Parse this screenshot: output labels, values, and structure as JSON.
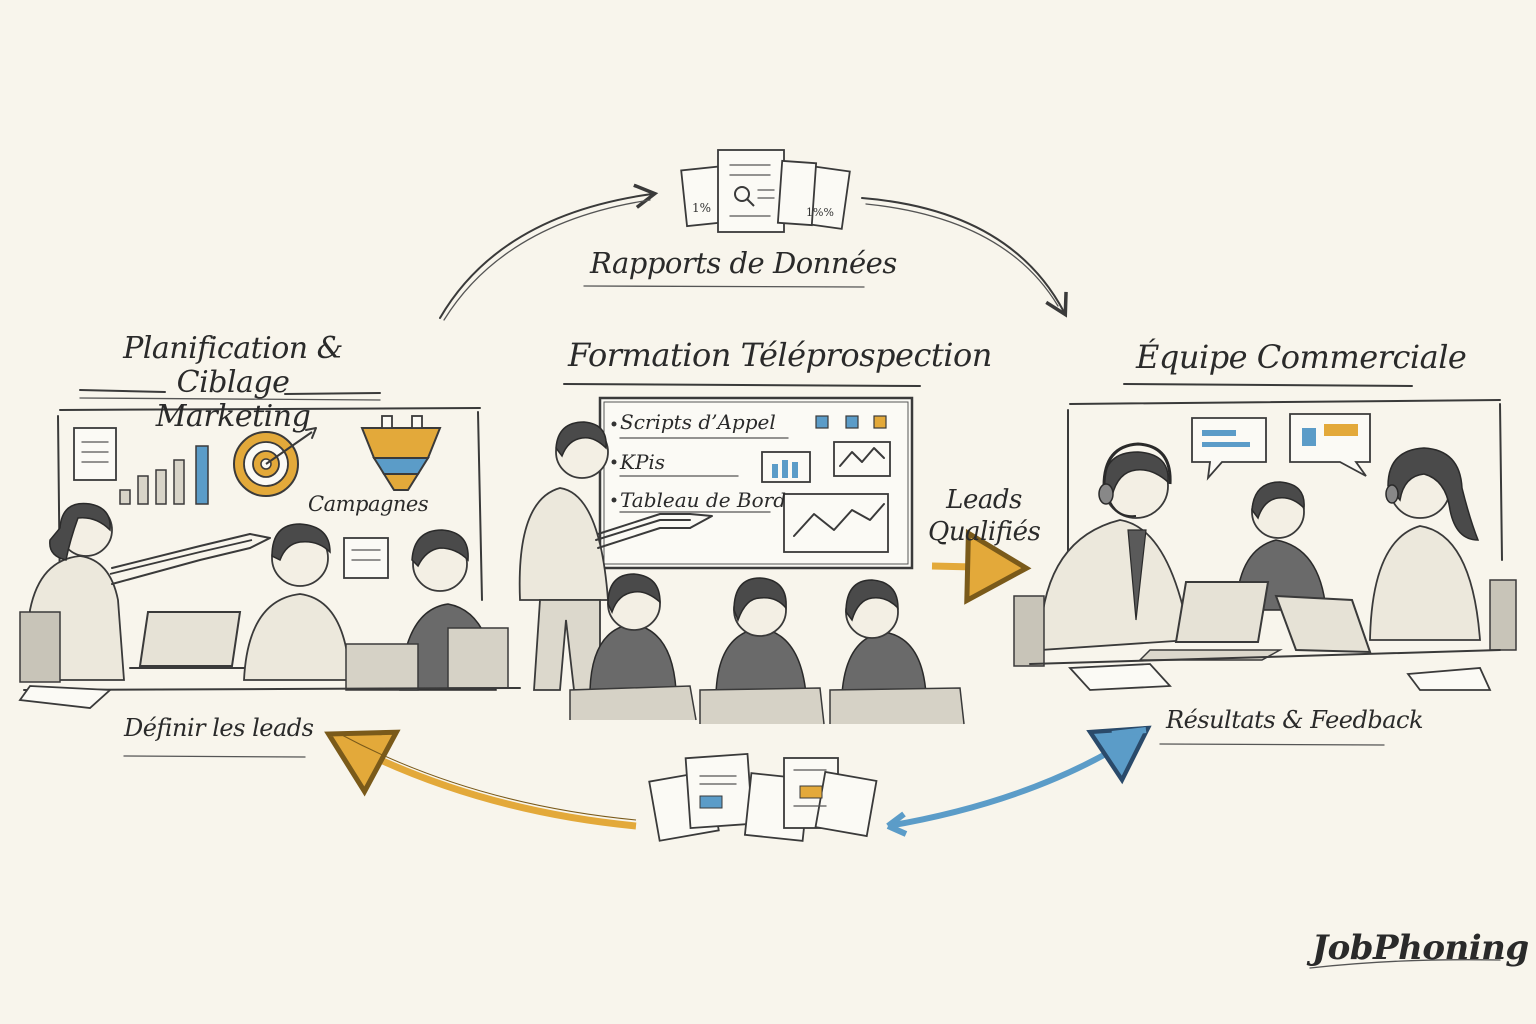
{
  "colors": {
    "background": "#f8f5ec",
    "ink": "#2b2b2b",
    "accent_yellow": "#e3a93a",
    "accent_blue": "#5b9cc8"
  },
  "title_top": "Rapports de Données",
  "sections": {
    "left": {
      "title_line1": "Planification & Ciblage",
      "title_line2": "Marketing",
      "sub_label": "Campagnes"
    },
    "center": {
      "title": "Formation Téléprospection",
      "board_items": [
        "Scripts d’Appel",
        "KPis",
        "Tableau de Bord"
      ]
    },
    "right": {
      "title": "Équipe Commerciale"
    }
  },
  "flow_labels": {
    "leads": "Leads Qualifiés",
    "define": "Définir les leads",
    "results": "Résultats & Feedback"
  },
  "doc_labels": {
    "left": "1%",
    "right": "1%%"
  },
  "brand": "JobPhoning"
}
